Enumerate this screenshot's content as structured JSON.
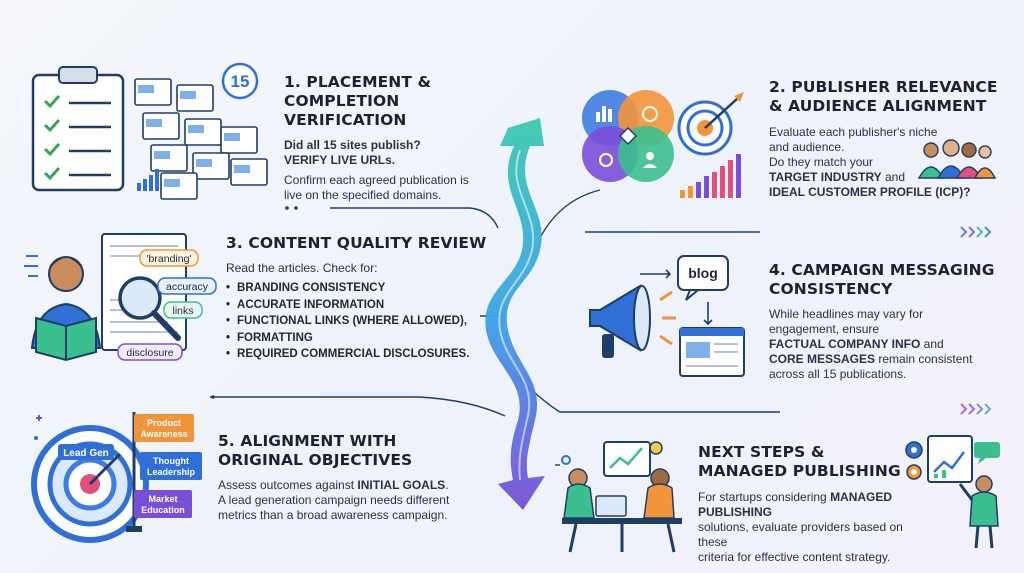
{
  "sections": {
    "s1": {
      "title_l1": "1. PLACEMENT &",
      "title_l2": "COMPLETION VERIFICATION",
      "bold_l1": "Did all 15 sites publish?",
      "bold_l2": "VERIFY LIVE URLs.",
      "body_l1": "Confirm each agreed publication is",
      "body_l2": "live on the specified domains.",
      "badge": "15"
    },
    "s2": {
      "title_l1": "2. PUBLISHER RELEVANCE",
      "title_l2": "& AUDIENCE ALIGNMENT",
      "body_l1": "Evaluate each publisher's niche",
      "body_l2": "and audience.",
      "body_l3": "Do they match your",
      "bold_l1": "TARGET INDUSTRY",
      "and": " and",
      "bold_l2": "IDEAL CUSTOMER PROFILE (ICP)?"
    },
    "s3": {
      "title": "3. CONTENT QUALITY REVIEW",
      "intro": "Read the articles. Check for:",
      "bullets": [
        "BRANDING CONSISTENCY",
        "ACCURATE INFORMATION",
        "FUNCTIONAL LINKS (WHERE ALLOWED),",
        "FORMATTING",
        "REQUIRED COMMERCIAL DISCLOSURES."
      ],
      "tags": {
        "branding": "'branding'",
        "accuracy": "accuracy",
        "links": "links",
        "disclosure": "disclosure"
      }
    },
    "s4": {
      "title_l1": "4. CAMPAIGN MESSAGING",
      "title_l2": "CONSISTENCY",
      "body_l1": "While headlines may vary for",
      "body_l2": "engagement, ensure",
      "bold_l1": "FACTUAL COMPANY INFO",
      "and": " and",
      "bold_l2": "CORE MESSAGES",
      "tail": " remain consistent",
      "body_l3": "across all 15 publications.",
      "blog_label": "blog"
    },
    "s5": {
      "title_l1": "5. ALIGNMENT WITH",
      "title_l2": "ORIGINAL OBJECTIVES",
      "body_l1_a": "Assess outcomes against ",
      "body_l1_b": "INITIAL GOALS",
      "body_l1_c": ".",
      "body_l2": "A lead generation campaign needs different",
      "body_l3": "metrics than a broad awareness campaign.",
      "flags": {
        "lead_gen": "Lead Gen",
        "product_1": "Product",
        "product_2": "Awareness",
        "thought_1": "Thought",
        "thought_2": "Leadership",
        "market_1": "Market",
        "market_2": "Education"
      }
    },
    "s6": {
      "title_l1": "NEXT STEPS &",
      "title_l2": "MANAGED PUBLISHING",
      "body_l1_a": "For startups considering ",
      "body_l1_b": "MANAGED PUBLISHING",
      "body_l2": "solutions, evaluate providers based on these",
      "body_l3": "criteria for effective content strategy."
    }
  },
  "colors": {
    "arrow_top": "#3cc9b0",
    "arrow_mid": "#3ba3e6",
    "arrow_bottom": "#7a4fd8",
    "connector": "#1f3e66",
    "accent_blue": "#2f6fd6",
    "accent_orange": "#f2953a"
  }
}
